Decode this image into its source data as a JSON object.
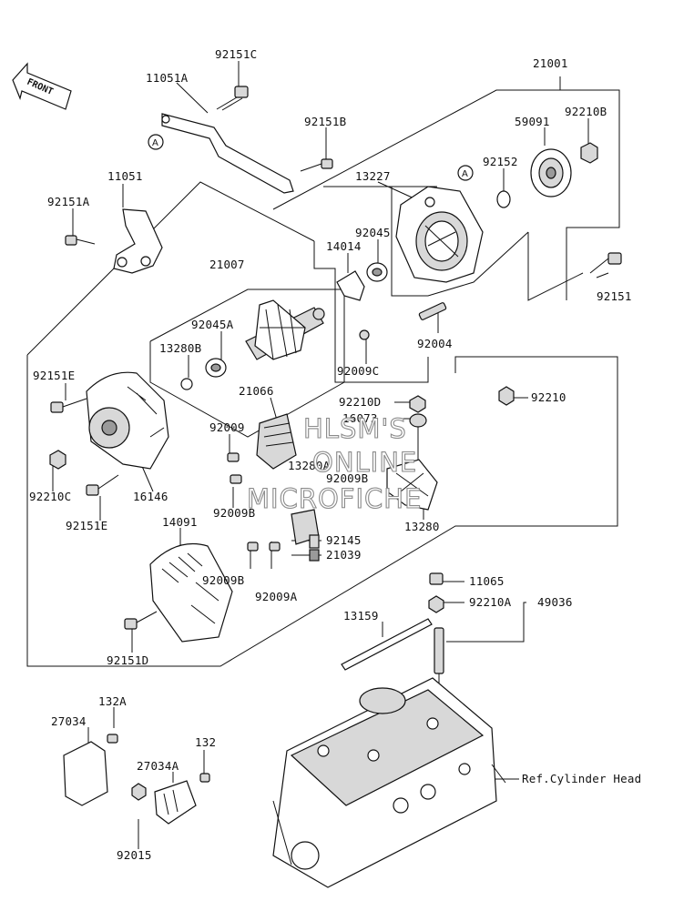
{
  "diagram": {
    "front_label": "FRONT",
    "ref_marker": "A",
    "ref_cylinder_head": "Ref.Cylinder Head",
    "watermark": {
      "line1": "HLSM'S",
      "line2": "ONLINE",
      "line3": "MICROFICHE"
    },
    "labels": {
      "p92151C": "92151C",
      "p21001": "21001",
      "p11051A": "11051A",
      "p92151B": "92151B",
      "p59091": "59091",
      "p92210B": "92210B",
      "p11051": "11051",
      "p92152": "92152",
      "p13227": "13227",
      "p92151A": "92151A",
      "p14014": "14014",
      "p92045": "92045",
      "p21007": "21007",
      "p92151": "92151",
      "p92045A": "92045A",
      "p13280B": "13280B",
      "p92004": "92004",
      "p92009C": "92009C",
      "p92151E_top": "92151E",
      "p21066": "21066",
      "p92210D": "92210D",
      "p92210": "92210",
      "p16073": "16073",
      "p92009": "92009",
      "p13280A": "13280A",
      "p92009B_mid": "92009B",
      "p92210C": "92210C",
      "p16146": "16146",
      "p92009B_low": "92009B",
      "p13280": "13280",
      "p92151E_bot": "92151E",
      "p14091": "14091",
      "p92145": "92145",
      "p21039": "21039",
      "p92009B_b": "92009B",
      "p92009A": "92009A",
      "p11065": "11065",
      "p92210A": "92210A",
      "p49036": "49036",
      "p13159": "13159",
      "p92151D": "92151D",
      "p132A": "132A",
      "p27034": "27034",
      "p132": "132",
      "p27034A": "27034A",
      "p92015": "92015"
    }
  }
}
